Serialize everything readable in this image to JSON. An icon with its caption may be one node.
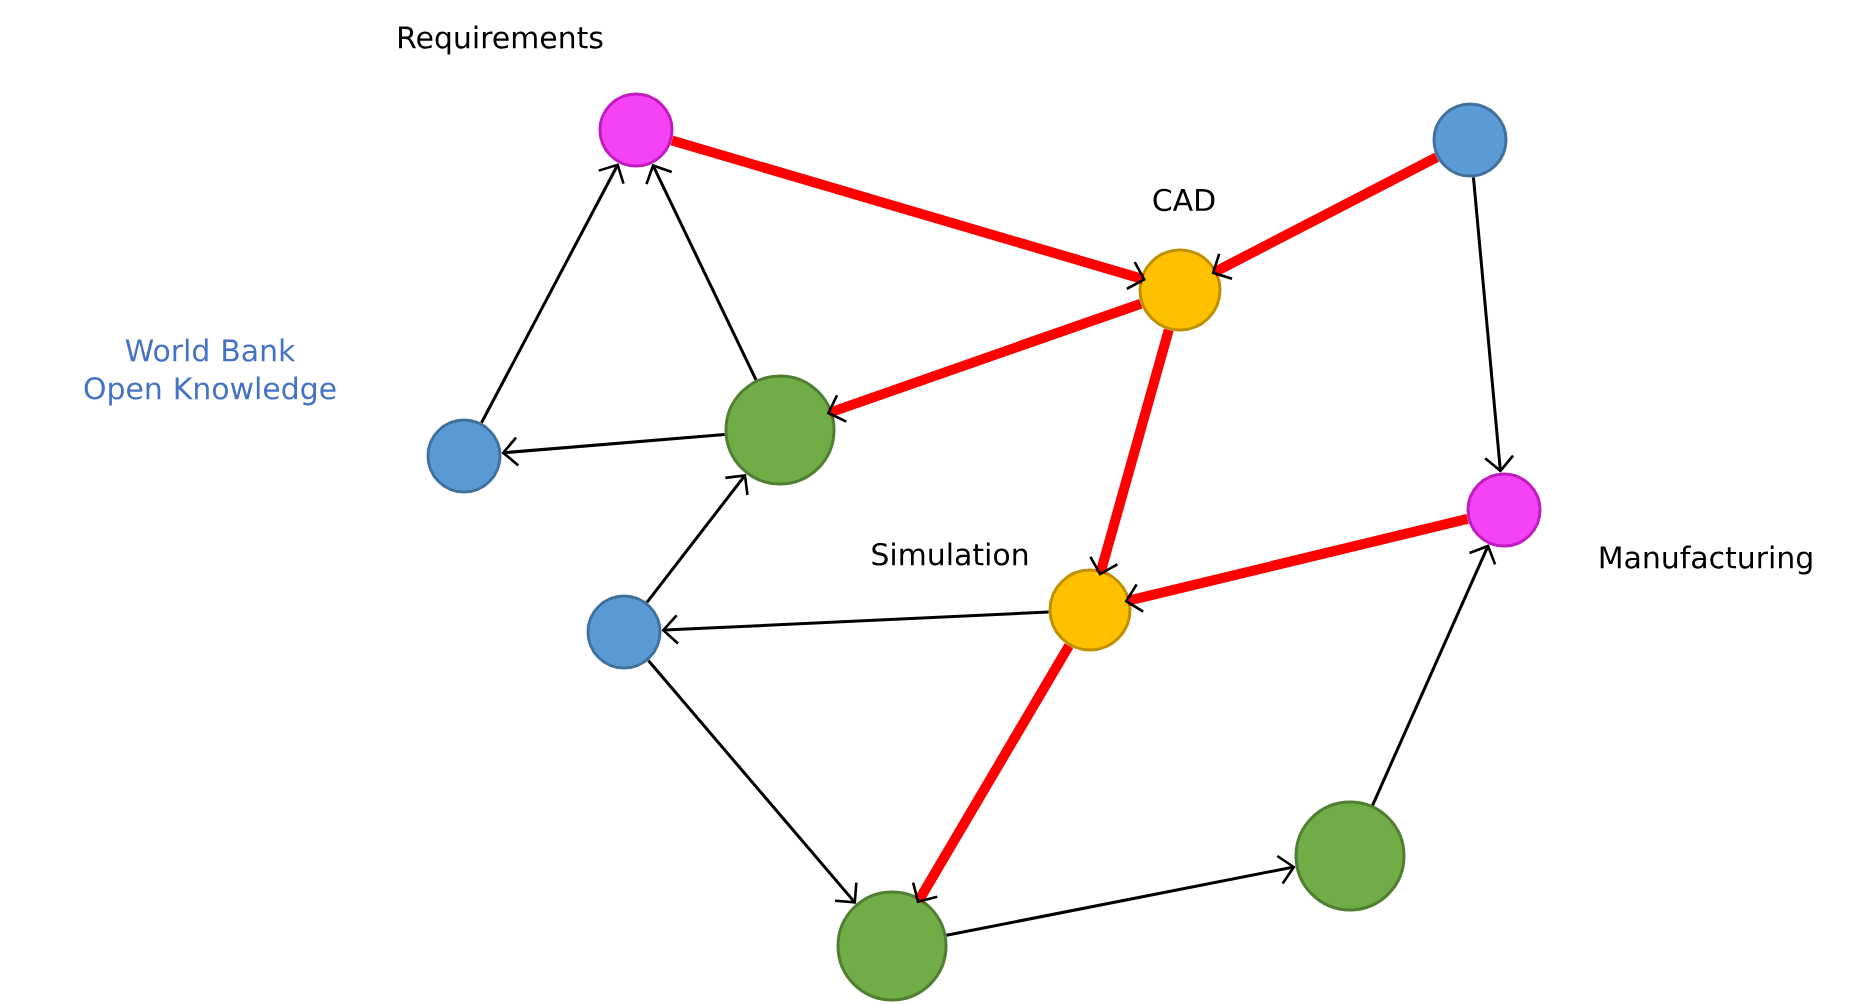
{
  "diagram": {
    "nodes": [
      {
        "text": [],
        "shape": "circle",
        "beside": [
          "Requirements"
        ]
      },
      {
        "text": [],
        "shape": "circle"
      },
      {
        "text": [],
        "shape": "circle",
        "beside": [
          "CAD"
        ]
      },
      {
        "text": [],
        "shape": "circle",
        "beside": [
          "World Bank Open Knowledge"
        ]
      },
      {
        "text": [],
        "shape": "circle"
      },
      {
        "text": [],
        "shape": "circle",
        "beside": [
          "Manufacturing"
        ]
      },
      {
        "text": [],
        "shape": "circle",
        "beside": [
          "Simulation"
        ]
      },
      {
        "text": [],
        "shape": "circle"
      },
      {
        "text": [],
        "shape": "circle"
      },
      {
        "text": [],
        "shape": "circle"
      }
    ],
    "edges": [
      {
        "from": 0,
        "to": 2,
        "arrow": "to",
        "style": "thick",
        "color": "#ff0000"
      },
      {
        "from": 1,
        "to": 2,
        "arrow": "to",
        "style": "thick",
        "color": "#ff0000"
      },
      {
        "from": 2,
        "to": 4,
        "arrow": "to",
        "style": "thick",
        "color": "#ff0000"
      },
      {
        "from": 2,
        "to": 6,
        "arrow": "to",
        "style": "thick",
        "color": "#ff0000"
      },
      {
        "from": 5,
        "to": 6,
        "arrow": "to",
        "style": "thick",
        "color": "#ff0000"
      },
      {
        "from": 6,
        "to": 9,
        "arrow": "to",
        "style": "thick",
        "color": "#ff0000"
      },
      {
        "from": 1,
        "to": 5,
        "arrow": "to"
      },
      {
        "from": 3,
        "to": 0,
        "arrow": "to"
      },
      {
        "from": 4,
        "to": 0,
        "arrow": "to"
      },
      {
        "from": 4,
        "to": 3,
        "arrow": "to"
      },
      {
        "from": 7,
        "to": 4,
        "arrow": "to"
      },
      {
        "from": 6,
        "to": 7,
        "arrow": "to"
      },
      {
        "from": 7,
        "to": 9,
        "arrow": "to"
      },
      {
        "from": 9,
        "to": 8,
        "arrow": "to"
      },
      {
        "from": 8,
        "to": 5,
        "arrow": "to"
      }
    ]
  }
}
